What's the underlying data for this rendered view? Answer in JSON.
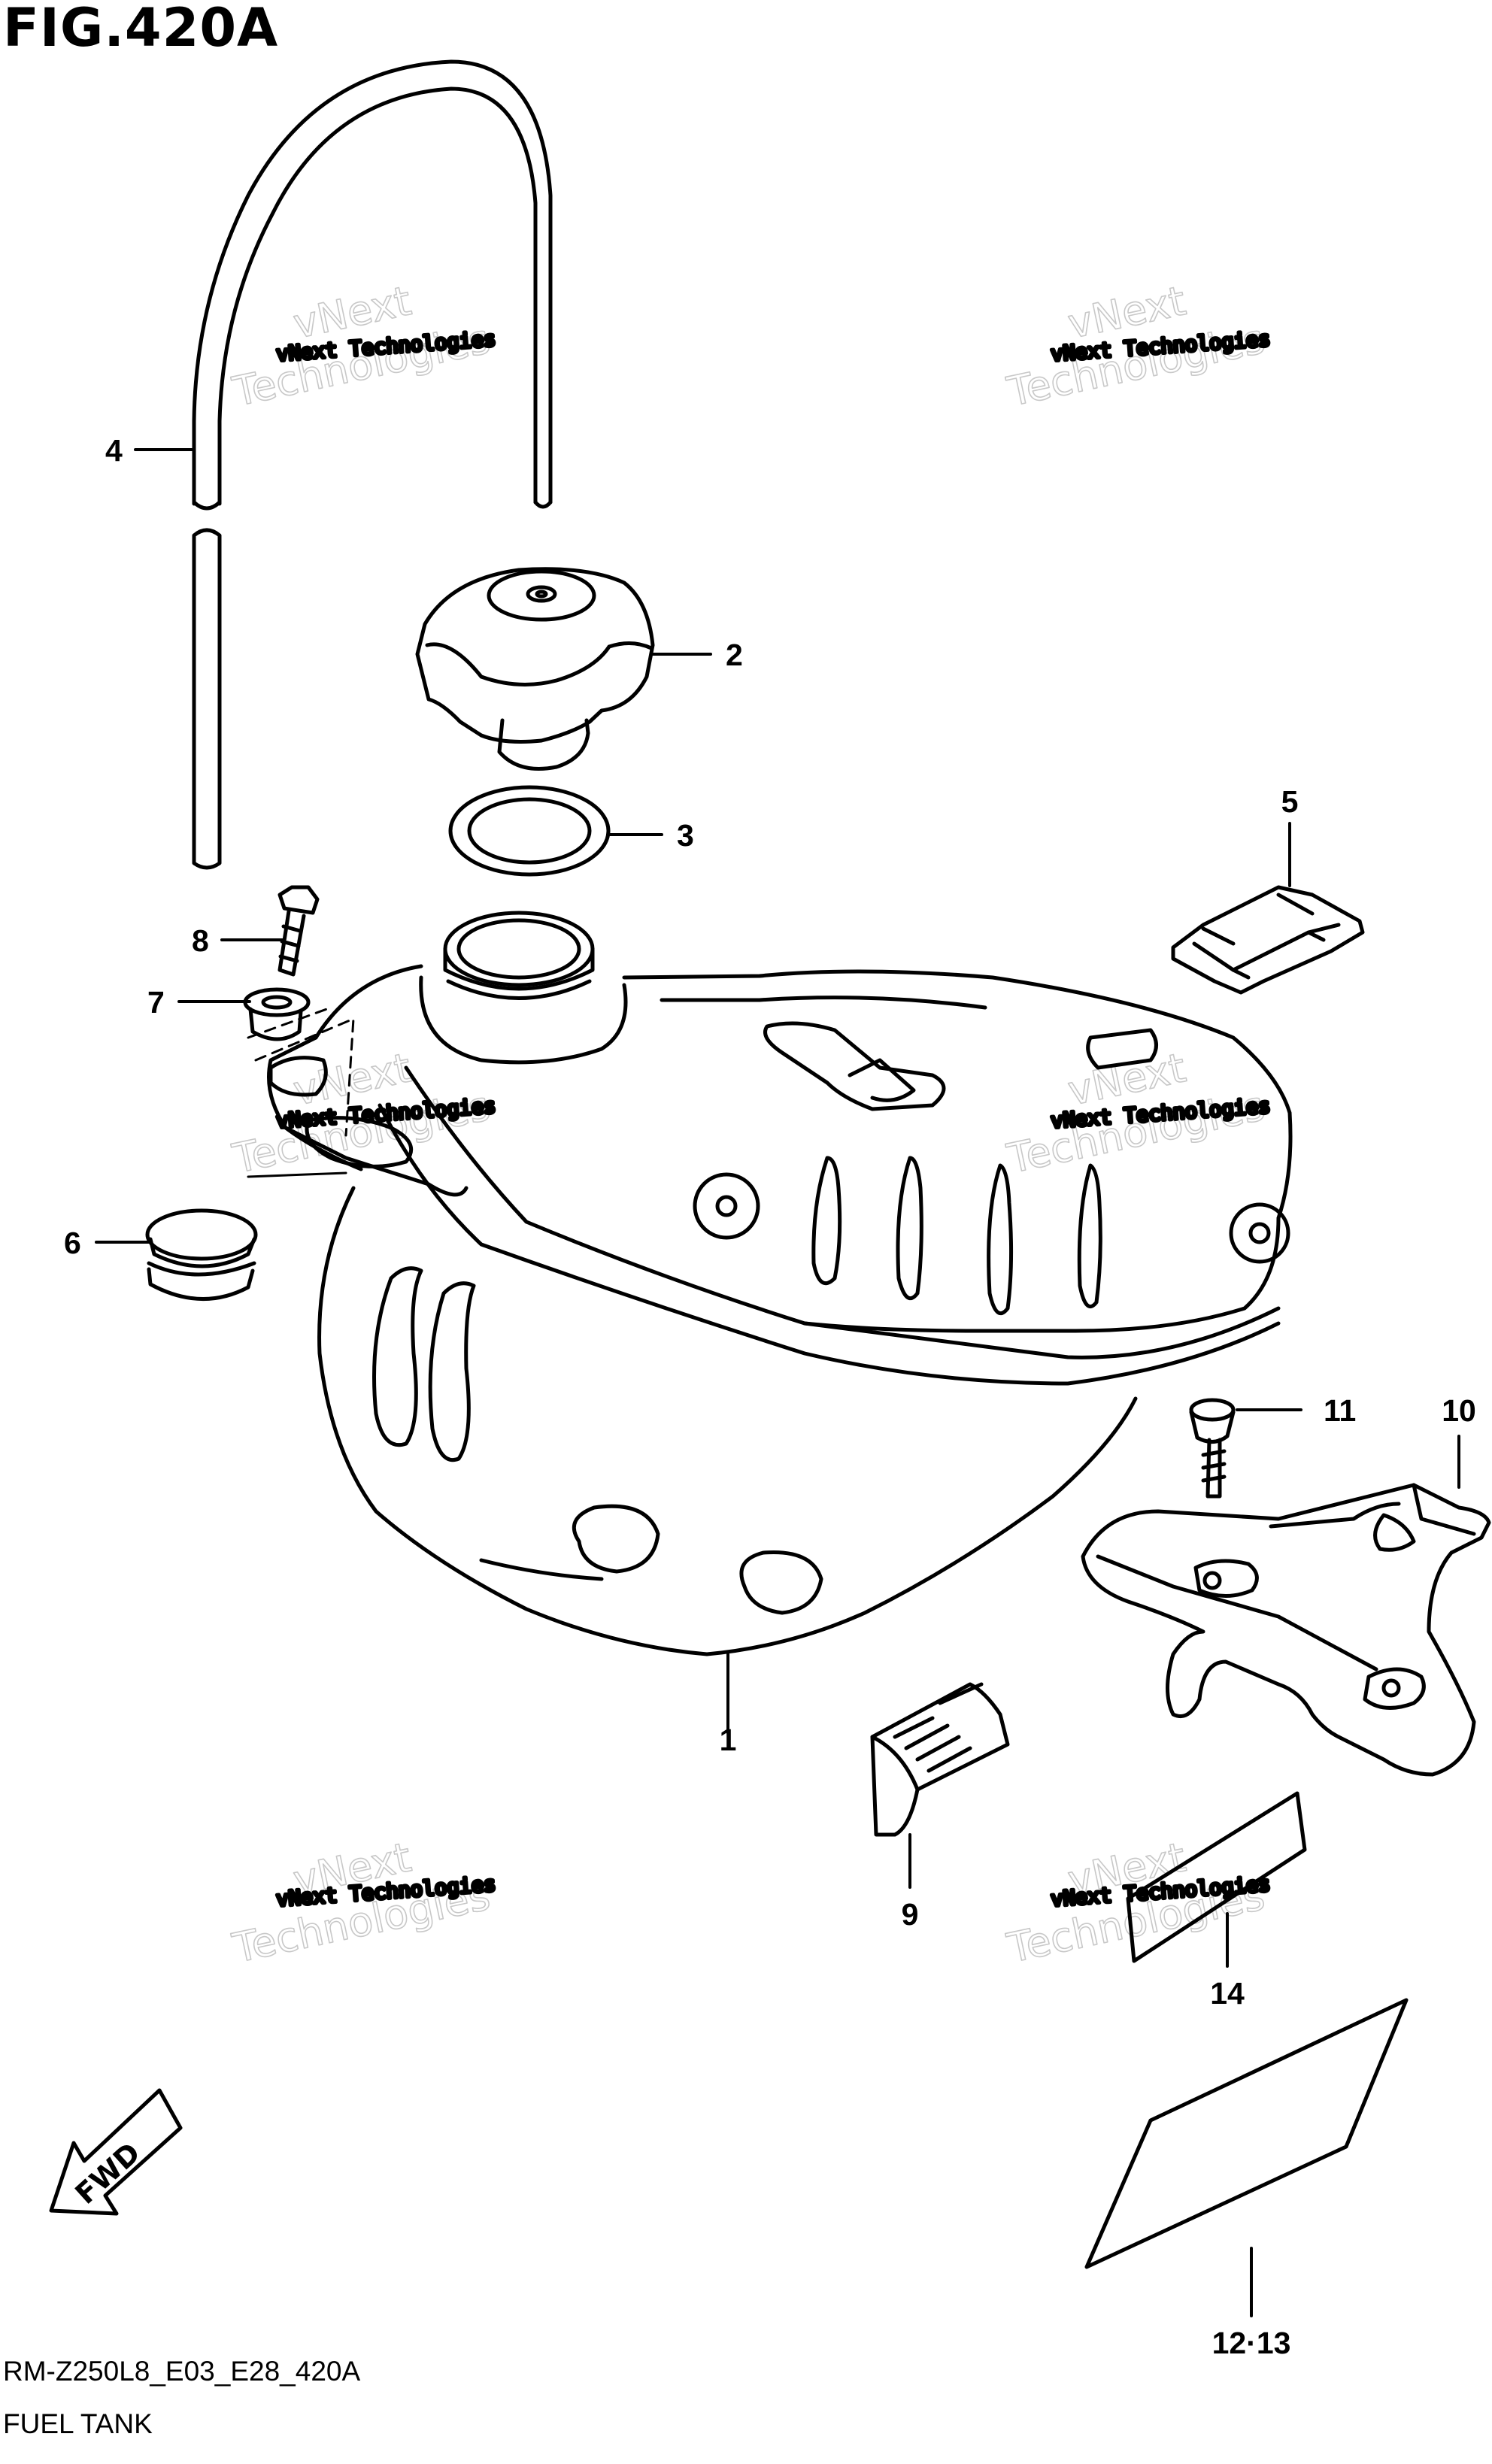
{
  "figure": {
    "title": "FIG.420A",
    "model_code": "RM-Z250L8_E03_E28_420A",
    "name": "FUEL TANK"
  },
  "callouts": [
    "1",
    "2",
    "3",
    "4",
    "5",
    "6",
    "7",
    "8",
    "9",
    "10",
    "11",
    "12·13",
    "14"
  ],
  "watermark": {
    "small": "vNext Technologies",
    "big_top": "vNext",
    "big_bottom": "Technologies"
  },
  "fwd_label": "FWD"
}
